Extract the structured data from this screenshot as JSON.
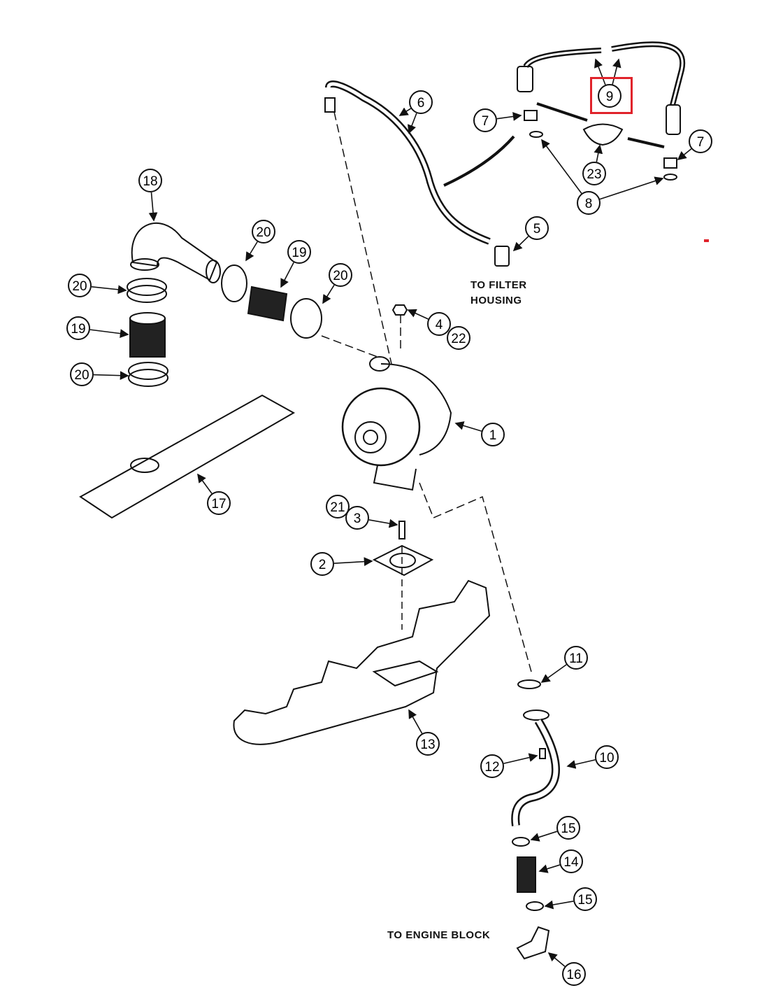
{
  "diagram": {
    "callouts": [
      "9",
      "6",
      "7",
      "7",
      "23",
      "8",
      "18",
      "20",
      "19",
      "20",
      "20",
      "19",
      "20",
      "5",
      "4",
      "22",
      "1",
      "17",
      "21",
      "3",
      "2",
      "11",
      "13",
      "10",
      "12",
      "15",
      "14",
      "15",
      "16"
    ],
    "highlighted_callout": "9",
    "highlight_color": "#e0232b",
    "labels": {
      "filter_line1": "TO FILTER",
      "filter_line2": "HOUSING",
      "engine_block": "TO ENGINE BLOCK"
    }
  }
}
